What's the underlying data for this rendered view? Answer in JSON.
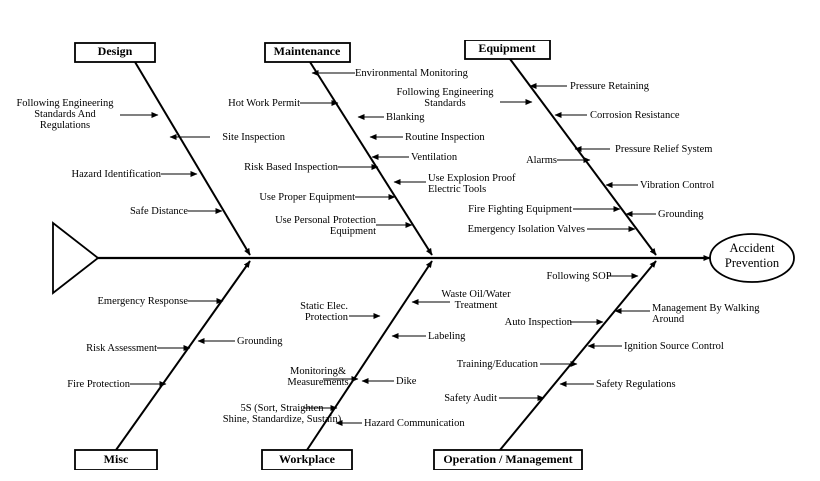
{
  "effect": {
    "lines": [
      "Accident",
      "Prevention"
    ]
  },
  "categories": {
    "design": "Design",
    "maintenance": "Maintenance",
    "equipment": "Equipment",
    "misc": "Misc",
    "workplace": "Workplace",
    "operation": "Operation / Management"
  },
  "causes": {
    "design": [
      [
        "Following Engineering",
        "Standards And",
        "Regulations"
      ],
      [
        "Site Inspection"
      ],
      [
        "Hazard Identification"
      ],
      [
        "Safe Distance"
      ]
    ],
    "maintenance": [
      [
        "Environmental Monitoring"
      ],
      [
        "Hot  Work Permit"
      ],
      [
        "Blanking"
      ],
      [
        "Routine Inspection"
      ],
      [
        "Risk Based Inspection"
      ],
      [
        "Ventilation"
      ],
      [
        "Use Explosion Proof",
        "Electric Tools"
      ],
      [
        "Use Proper Equipment"
      ],
      [
        "Use Personal Protection",
        "Equipment"
      ]
    ],
    "equipment": [
      [
        "Pressure Retaining"
      ],
      [
        "Following Engineering",
        "Standards"
      ],
      [
        "Corrosion Resistance"
      ],
      [
        "Pressure Relief System"
      ],
      [
        "Alarms"
      ],
      [
        "Vibration Control"
      ],
      [
        "Fire Fighting Equipment"
      ],
      [
        "Grounding"
      ],
      [
        "Emergency Isolation Valves"
      ]
    ],
    "misc": [
      [
        "Emergency Response"
      ],
      [
        "Grounding"
      ],
      [
        "Risk Assessment"
      ],
      [
        "Fire Protection"
      ]
    ],
    "workplace": [
      [
        "Waste Oil/Water",
        "Treatment"
      ],
      [
        "Static Elec.",
        "Protection"
      ],
      [
        "Labeling"
      ],
      [
        "Monitoring&",
        "Measurements"
      ],
      [
        "Dike"
      ],
      [
        "5S (Sort, Straighten",
        "Shine, Standardize, Sustain)"
      ],
      [
        "Hazard Communication"
      ]
    ],
    "operation": [
      [
        "Following SOP"
      ],
      [
        "Management By Walking",
        "Around"
      ],
      [
        "Auto Inspection"
      ],
      [
        "Ignition Source Control"
      ],
      [
        "Training/Education"
      ],
      [
        "Safety Regulations"
      ],
      [
        "Safety Audit"
      ]
    ]
  }
}
